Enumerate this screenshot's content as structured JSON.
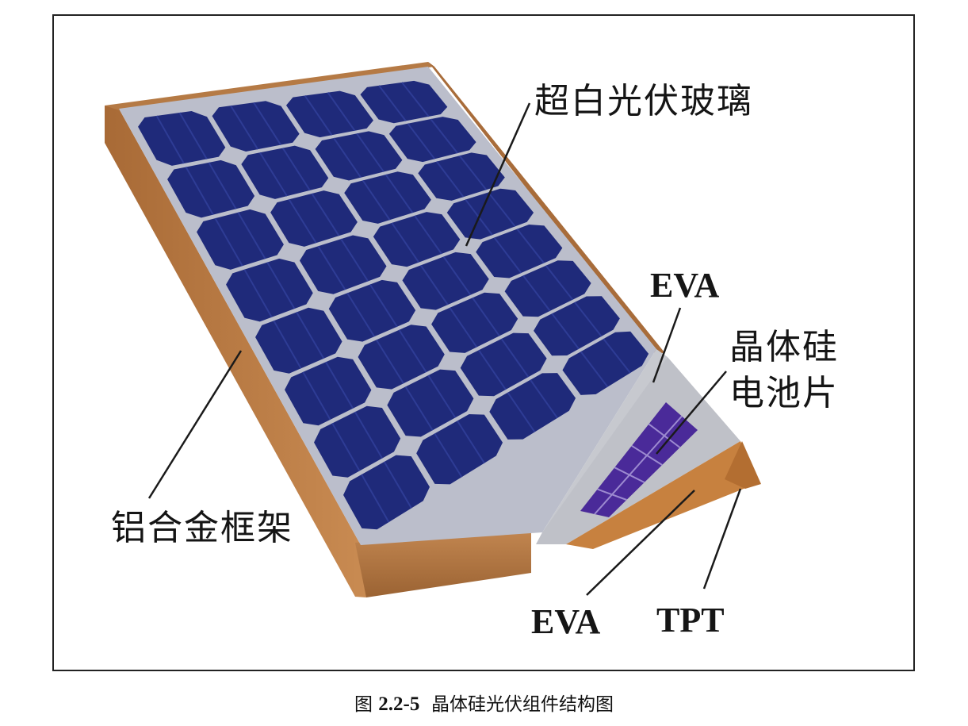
{
  "labels": {
    "glass": "超白光伏玻璃",
    "eva_top": "EVA",
    "cell_line1": "晶体硅",
    "cell_line2": "电池片",
    "frame": "铝合金框架",
    "eva_bottom": "EVA",
    "tpt": "TPT"
  },
  "caption": {
    "prefix": "图",
    "number": "2.2-5",
    "text": "晶体硅光伏组件结构图"
  },
  "panel": {
    "rows": 8,
    "columns": 4,
    "colors": {
      "cell": "#1f2a7a",
      "cell_highlight": "#2e3c95",
      "glass_gap": "#b9bcc8",
      "frame": "#b87a45",
      "frame_dark": "#8f5a2c",
      "eva": "#c4c6cc",
      "cell_layer": "#3b1f8a",
      "tpt": "#c9803e"
    }
  }
}
